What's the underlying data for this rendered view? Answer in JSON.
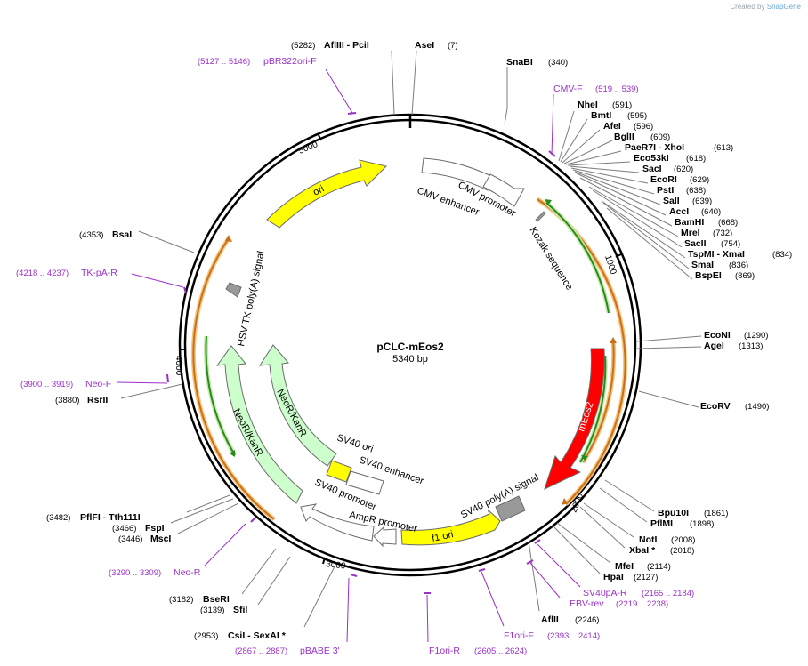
{
  "credit": {
    "prefix": "Created by",
    "brand": "SnapGene"
  },
  "plasmid": {
    "name": "pCLC-mEos2",
    "length_label": "5340 bp",
    "length": 5340
  },
  "ticks": [
    {
      "label": "1000"
    },
    {
      "label": "2000"
    },
    {
      "label": "3000"
    },
    {
      "label": "4000"
    },
    {
      "label": "5000"
    }
  ],
  "features": [
    {
      "name": "CMV enhancer",
      "color": "#ffffff"
    },
    {
      "name": "CMV promoter",
      "color": "#ffffff"
    },
    {
      "name": "Kozak sequence",
      "color": "#999999"
    },
    {
      "name": "mEos2",
      "color": "#ff0000"
    },
    {
      "name": "SV40 poly(A) signal",
      "color": "#999999"
    },
    {
      "name": "f1 ori",
      "color": "#ffff00"
    },
    {
      "name": "AmpR promoter",
      "color": "#ffffff"
    },
    {
      "name": "SV40 promoter",
      "color": "#ffffff"
    },
    {
      "name": "SV40 enhancer",
      "color": "#ffffff"
    },
    {
      "name": "SV40 ori",
      "color": "#ffff00"
    },
    {
      "name": "NeoR/KanR",
      "color": "#ccffcc"
    },
    {
      "name": "HSV TK poly(A) signal",
      "color": "#999999"
    },
    {
      "name": "ori",
      "color": "#ffff00"
    }
  ],
  "sites": [
    {
      "name": "AflIII  - PciI",
      "pos": "(5282)"
    },
    {
      "name": "AseI",
      "pos": "(7)"
    },
    {
      "name": "SnaBI",
      "pos": "(340)"
    },
    {
      "name": "NheI",
      "pos": "(591)"
    },
    {
      "name": "BmtI",
      "pos": "(595)"
    },
    {
      "name": "AfeI",
      "pos": "(596)"
    },
    {
      "name": "BglII",
      "pos": "(609)"
    },
    {
      "name": "PaeR7I  - XhoI",
      "pos": "(613)"
    },
    {
      "name": "Eco53kI",
      "pos": "(618)"
    },
    {
      "name": "SacI",
      "pos": "(620)"
    },
    {
      "name": "EcoRI",
      "pos": "(629)"
    },
    {
      "name": "PstI",
      "pos": "(638)"
    },
    {
      "name": "SalI",
      "pos": "(639)"
    },
    {
      "name": "AccI",
      "pos": "(640)"
    },
    {
      "name": "BamHI",
      "pos": "(668)"
    },
    {
      "name": "MreI",
      "pos": "(732)"
    },
    {
      "name": "SacII",
      "pos": "(754)"
    },
    {
      "name": "TspMI  - XmaI",
      "pos": "(834)"
    },
    {
      "name": "SmaI",
      "pos": "(836)"
    },
    {
      "name": "BspEI",
      "pos": "(869)"
    },
    {
      "name": "EcoNI",
      "pos": "(1290)"
    },
    {
      "name": "AgeI",
      "pos": "(1313)"
    },
    {
      "name": "EcoRV",
      "pos": "(1490)"
    },
    {
      "name": "Bpu10I",
      "pos": "(1861)"
    },
    {
      "name": "PflMI",
      "pos": "(1898)"
    },
    {
      "name": "NotI",
      "pos": "(2008)"
    },
    {
      "name": "XbaI *",
      "pos": "(2018)"
    },
    {
      "name": "MfeI",
      "pos": "(2114)"
    },
    {
      "name": "HpaI",
      "pos": "(2127)"
    },
    {
      "name": "AflII",
      "pos": "(2246)"
    },
    {
      "name": "CsiI  - SexAI *",
      "pos": "(2953)"
    },
    {
      "name": "SfiI",
      "pos": "(3139)"
    },
    {
      "name": "BseRI",
      "pos": "(3182)"
    },
    {
      "name": "MscI",
      "pos": "(3446)"
    },
    {
      "name": "FspI",
      "pos": "(3466)"
    },
    {
      "name": "PflFI  - Tth111I",
      "pos": "(3482)"
    },
    {
      "name": "RsrII",
      "pos": "(3880)"
    },
    {
      "name": "BsaI",
      "pos": "(4353)"
    }
  ],
  "primers": [
    {
      "name": "pBR322ori-F",
      "pos": "(5127 .. 5146)"
    },
    {
      "name": "CMV-F",
      "pos": "(519 .. 539)"
    },
    {
      "name": "SV40pA-R",
      "pos": "(2165 .. 2184)"
    },
    {
      "name": "EBV-rev",
      "pos": "(2219 .. 2238)"
    },
    {
      "name": "F1ori-F",
      "pos": "(2393 .. 2414)"
    },
    {
      "name": "F1ori-R",
      "pos": "(2605 .. 2624)"
    },
    {
      "name": "pBABE 3'",
      "pos": "(2867 .. 2887)"
    },
    {
      "name": "Neo-R",
      "pos": "(3290 .. 3309)"
    },
    {
      "name": "Neo-F",
      "pos": "(3900 .. 3919)"
    },
    {
      "name": "TK-pA-R",
      "pos": "(4218 .. 4237)"
    }
  ]
}
